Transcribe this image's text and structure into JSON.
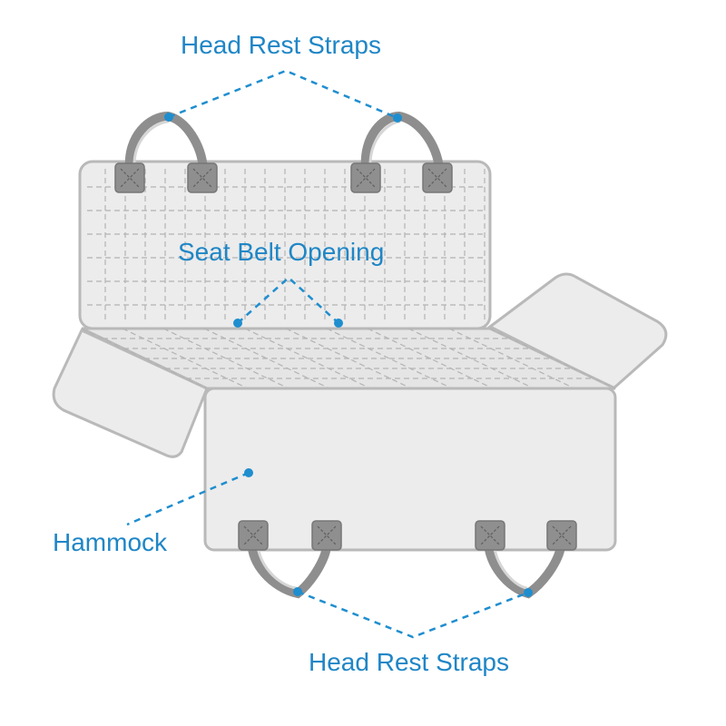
{
  "colors": {
    "accent": "#1f8ecf",
    "label_text": "#1f86c6"
  },
  "labels": {
    "head_rest_straps_top": "Head Rest Straps",
    "seat_belt_opening": "Seat Belt Opening",
    "hammock": "Hammock",
    "head_rest_straps_bottom": "Head Rest Straps"
  }
}
